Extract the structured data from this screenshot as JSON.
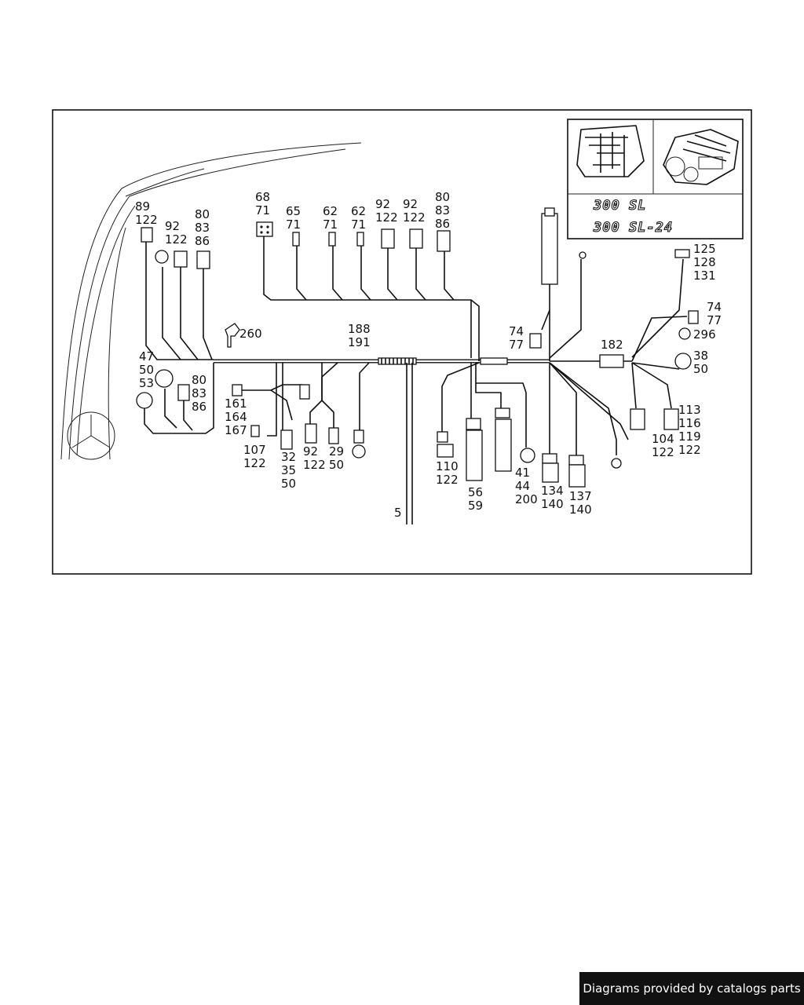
{
  "callouts": [
    {
      "id": "c1",
      "lines": [
        "89",
        "122"
      ]
    },
    {
      "id": "c2",
      "lines": [
        "92",
        "122"
      ]
    },
    {
      "id": "c3",
      "lines": [
        "80",
        "83",
        "86"
      ]
    },
    {
      "id": "c4",
      "lines": [
        "68",
        "71"
      ]
    },
    {
      "id": "c5",
      "lines": [
        "65",
        "71"
      ]
    },
    {
      "id": "c6",
      "lines": [
        "62",
        "71"
      ]
    },
    {
      "id": "c7",
      "lines": [
        "62",
        "71"
      ]
    },
    {
      "id": "c8",
      "lines": [
        "92",
        "122"
      ]
    },
    {
      "id": "c9",
      "lines": [
        "92",
        "122"
      ]
    },
    {
      "id": "c10",
      "lines": [
        "80",
        "83",
        "86"
      ]
    },
    {
      "id": "c11",
      "lines": [
        "260"
      ]
    },
    {
      "id": "c12",
      "lines": [
        "188",
        "191"
      ]
    },
    {
      "id": "c13",
      "lines": [
        "47",
        "50",
        "53"
      ]
    },
    {
      "id": "c14",
      "lines": [
        "80",
        "83",
        "86"
      ]
    },
    {
      "id": "c15",
      "lines": [
        "161",
        "164",
        "167"
      ]
    },
    {
      "id": "c16",
      "lines": [
        "107",
        "122"
      ]
    },
    {
      "id": "c17",
      "lines": [
        "32",
        "35",
        "50"
      ]
    },
    {
      "id": "c18",
      "lines": [
        "92",
        "122"
      ]
    },
    {
      "id": "c19",
      "lines": [
        "29",
        "50"
      ]
    },
    {
      "id": "c20",
      "lines": [
        "5"
      ]
    },
    {
      "id": "c21",
      "lines": [
        "110",
        "122"
      ]
    },
    {
      "id": "c22",
      "lines": [
        "56",
        "59"
      ]
    },
    {
      "id": "c23",
      "lines": [
        "41",
        "44",
        "200"
      ]
    },
    {
      "id": "c24",
      "lines": [
        "134",
        "140"
      ]
    },
    {
      "id": "c25",
      "lines": [
        "137",
        "140"
      ]
    },
    {
      "id": "c26",
      "lines": [
        "74",
        "77"
      ]
    },
    {
      "id": "c27",
      "lines": [
        "182"
      ]
    },
    {
      "id": "c28",
      "lines": [
        "125",
        "128",
        "131"
      ]
    },
    {
      "id": "c29",
      "lines": [
        "74",
        "77"
      ]
    },
    {
      "id": "c30",
      "lines": [
        "296"
      ]
    },
    {
      "id": "c31",
      "lines": [
        "38",
        "50"
      ]
    },
    {
      "id": "c32",
      "lines": [
        "113",
        "116",
        "119",
        "122"
      ]
    },
    {
      "id": "c33",
      "lines": [
        "104",
        "122"
      ]
    }
  ],
  "badges": [
    "300 SL",
    "300 SL-24"
  ],
  "footer": "Diagrams provided by catalogs parts"
}
